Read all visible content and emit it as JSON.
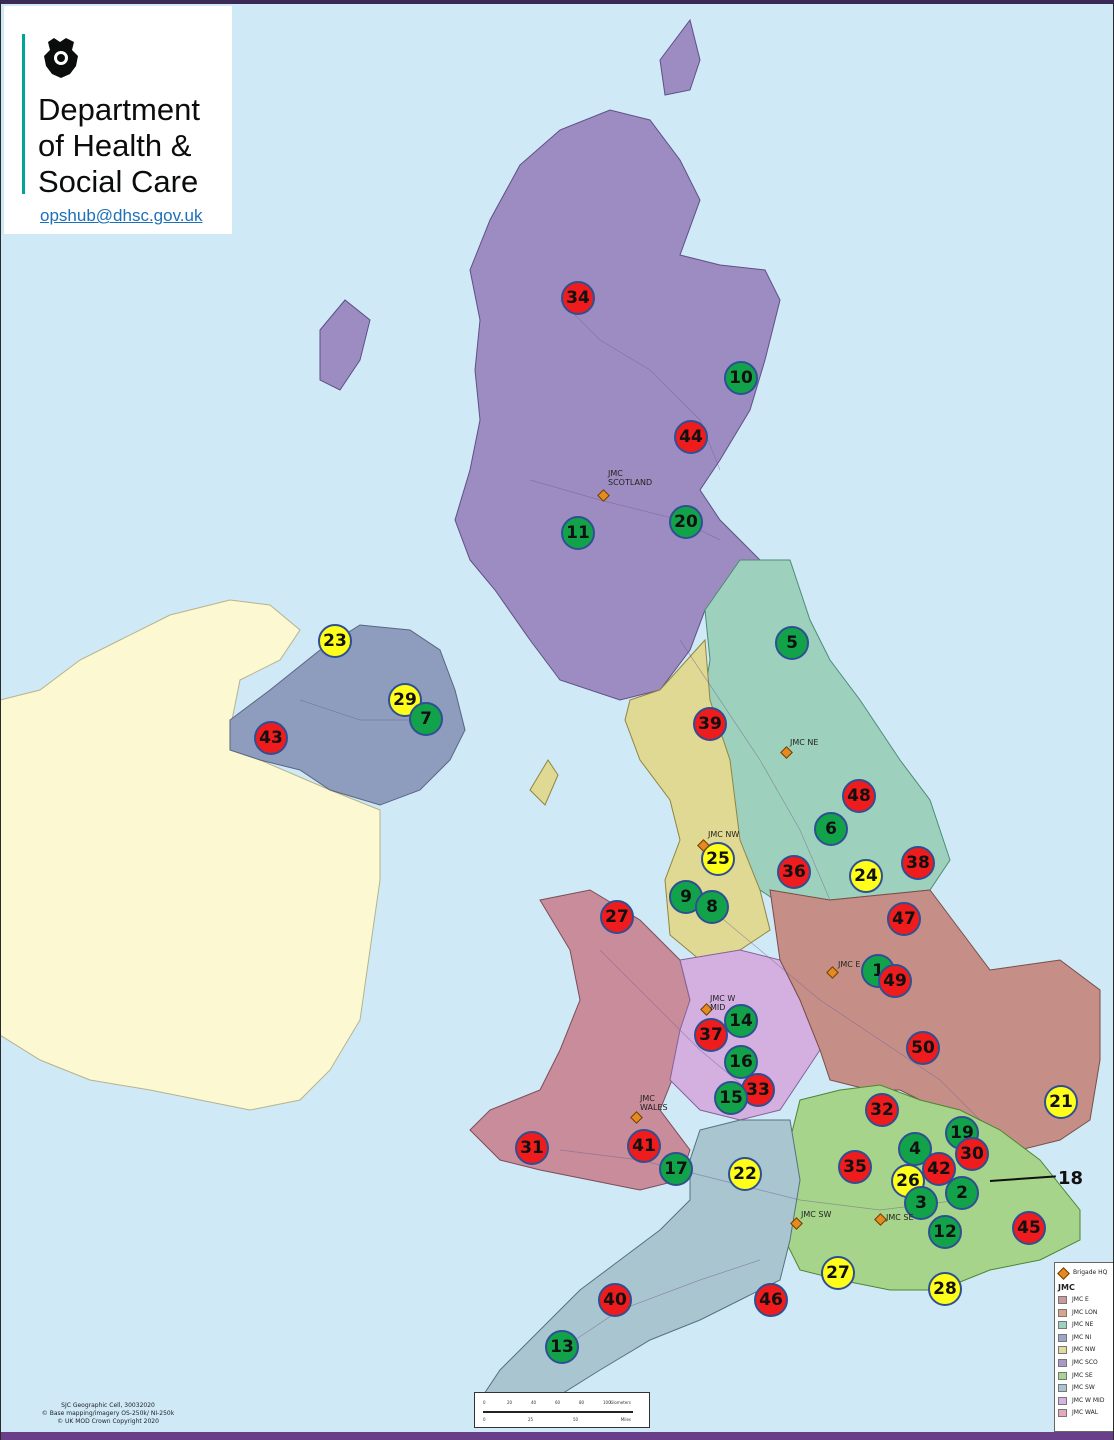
{
  "header": {
    "dept_line1": "Department",
    "dept_line2": "of Health &",
    "dept_line3": "Social Care",
    "email": "opshub@dhsc.gov.uk"
  },
  "colors": {
    "sea": "#cfe9f7",
    "ireland": "#fbf8d2",
    "red_marker": "#ee1c1c",
    "green_marker": "#12a34a",
    "yellow_marker": "#ffff1a",
    "marker_border": "#2e4f93",
    "hq_marker": "#e58a1f"
  },
  "markers": [
    {
      "label": "34",
      "status": "red"
    },
    {
      "label": "10",
      "status": "green"
    },
    {
      "label": "44",
      "status": "red"
    },
    {
      "label": "11",
      "status": "green"
    },
    {
      "label": "20",
      "status": "green"
    },
    {
      "label": "23",
      "status": "yellow"
    },
    {
      "label": "29",
      "status": "yellow"
    },
    {
      "label": "7",
      "status": "green"
    },
    {
      "label": "43",
      "status": "red"
    },
    {
      "label": "5",
      "status": "green"
    },
    {
      "label": "39",
      "status": "red"
    },
    {
      "label": "48",
      "status": "red"
    },
    {
      "label": "6",
      "status": "green"
    },
    {
      "label": "25",
      "status": "yellow"
    },
    {
      "label": "36",
      "status": "red"
    },
    {
      "label": "24",
      "status": "yellow"
    },
    {
      "label": "38",
      "status": "red"
    },
    {
      "label": "9",
      "status": "green"
    },
    {
      "label": "8",
      "status": "green"
    },
    {
      "label": "27",
      "status": "red"
    },
    {
      "label": "47",
      "status": "red"
    },
    {
      "label": "1",
      "status": "green"
    },
    {
      "label": "49",
      "status": "red"
    },
    {
      "label": "14",
      "status": "green"
    },
    {
      "label": "37",
      "status": "red"
    },
    {
      "label": "16",
      "status": "green"
    },
    {
      "label": "33",
      "status": "red"
    },
    {
      "label": "15",
      "status": "green"
    },
    {
      "label": "50",
      "status": "red"
    },
    {
      "label": "21",
      "status": "yellow"
    },
    {
      "label": "32",
      "status": "red"
    },
    {
      "label": "19",
      "status": "green"
    },
    {
      "label": "4",
      "status": "green"
    },
    {
      "label": "30",
      "status": "red"
    },
    {
      "label": "31",
      "status": "red"
    },
    {
      "label": "41",
      "status": "red"
    },
    {
      "label": "17",
      "status": "green"
    },
    {
      "label": "22",
      "status": "yellow"
    },
    {
      "label": "35",
      "status": "red"
    },
    {
      "label": "42",
      "status": "red"
    },
    {
      "label": "26",
      "status": "yellow"
    },
    {
      "label": "3",
      "status": "green"
    },
    {
      "label": "2",
      "status": "green"
    },
    {
      "label": "12",
      "status": "green"
    },
    {
      "label": "45",
      "status": "red"
    },
    {
      "label": "27",
      "status": "yellow"
    },
    {
      "label": "28",
      "status": "yellow"
    },
    {
      "label": "40",
      "status": "red"
    },
    {
      "label": "46",
      "status": "red"
    },
    {
      "label": "13",
      "status": "green"
    }
  ],
  "callout": {
    "label": "18"
  },
  "hq_labels": [
    {
      "label": "JMC\nSCOTLAND"
    },
    {
      "label": "JMC NE"
    },
    {
      "label": "JMC NW"
    },
    {
      "label": "JMC E"
    },
    {
      "label": "JMC W\nMID"
    },
    {
      "label": "JMC\nWALES"
    },
    {
      "label": "JMC SW"
    },
    {
      "label": "JMC SE"
    }
  ],
  "legend": {
    "hq_label": "Brigade HQ",
    "title": "JMC",
    "items": [
      {
        "label": "JMC E",
        "color": "#c99a9a"
      },
      {
        "label": "JMC LON",
        "color": "#d8a48a"
      },
      {
        "label": "JMC NE",
        "color": "#9cd0bf"
      },
      {
        "label": "JMC NI",
        "color": "#9aa8c6"
      },
      {
        "label": "JMC NW",
        "color": "#e2dc9c"
      },
      {
        "label": "JMC SCO",
        "color": "#a89ac8"
      },
      {
        "label": "JMC SE",
        "color": "#a9d48f"
      },
      {
        "label": "JMC SW",
        "color": "#a9c4cf"
      },
      {
        "label": "JMC W MID",
        "color": "#d6b3e0"
      },
      {
        "label": "JMC WAL",
        "color": "#e2a9bf"
      }
    ]
  },
  "credits": {
    "line1": "SJC Geographic Cell, 30032020",
    "line2": "© Base mapping/imagery OS-250k/ NI-250k",
    "line3": "© UK MOD Crown Copyright 2020"
  },
  "scalebar": {
    "km_ticks": [
      "0",
      "20",
      "40",
      "60",
      "80",
      "100"
    ],
    "km_unit": "Kilometers",
    "mile_ticks": [
      "0",
      "25",
      "50"
    ],
    "mile_unit": "Miles"
  }
}
